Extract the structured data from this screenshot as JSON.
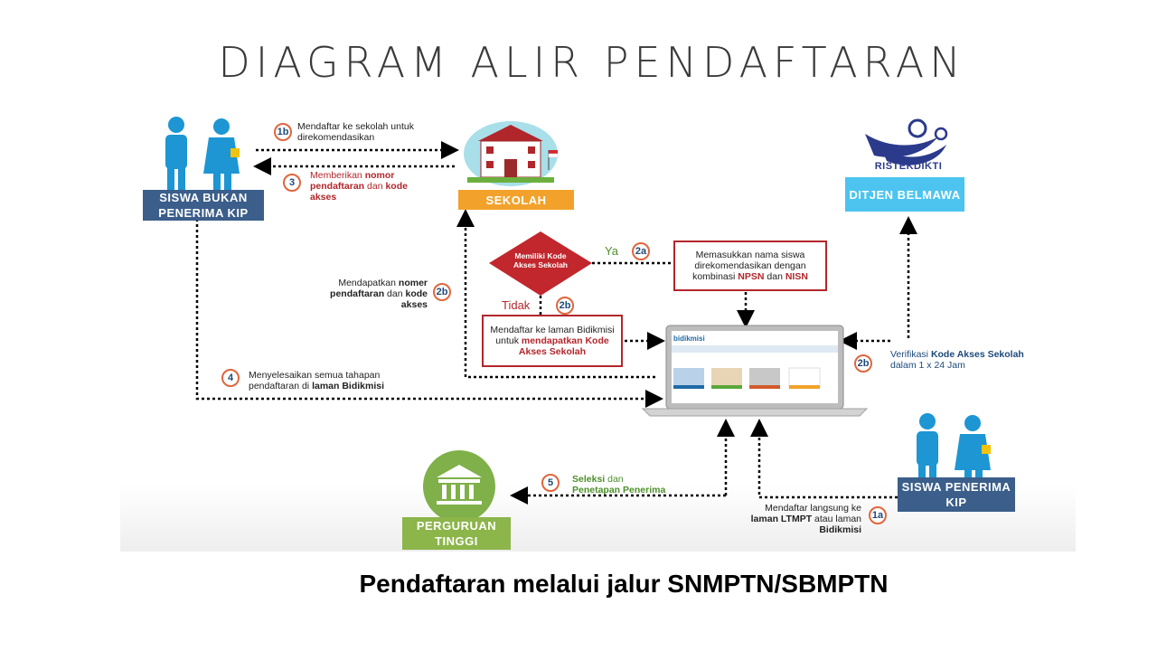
{
  "title": "DIAGRAM ALIR PENDAFTARAN",
  "caption": "Pendaftaran melalui jalur SNMPTN/SBMPTN",
  "nodes": {
    "siswa_bukan": "SISWA BUKAN PENERIMA KIP",
    "sekolah": "SEKOLAH",
    "ditjen": "DITJEN BELMAWA",
    "ristekdikti_logo": "RISTEKDIKTI",
    "decision": "Memiliki Kode Akses Sekolah",
    "siswa_kip": "SISWA PENERIMA KIP",
    "perguruan": "PERGURUAN TINGGI",
    "laptop_brand": "bidikmisi"
  },
  "steps": {
    "s1b": {
      "num": "1b",
      "text": "Mendaftar ke sekolah untuk direkomendasikan"
    },
    "s3": {
      "num": "3",
      "t1": "Memberikan ",
      "b1": "nomor pendaftaran",
      "t2": " dan ",
      "b2": "kode akses"
    },
    "s2b_left": {
      "num": "2b",
      "t1": "Mendapatkan ",
      "b1": "nomer pendaftaran",
      "t2": " dan ",
      "b2": "kode akses"
    },
    "ya": {
      "num": "2a",
      "label": "Ya"
    },
    "tidak": {
      "num": "2b",
      "label": "Tidak"
    },
    "box_2a": {
      "t1": "Memasukkan nama siswa direkomendasikan dengan kombinasi ",
      "b1": "NPSN",
      "t2": " dan ",
      "b2": "NISN"
    },
    "box_2b": {
      "t1": "Mendaftar ke laman Bidikmisi untuk ",
      "b1": "mendapatkan Kode Akses Sekolah"
    },
    "s4": {
      "num": "4",
      "t1": "Menyelesaikan semua tahapan pendaftaran di ",
      "b1": "laman Bidikmisi"
    },
    "verif": {
      "num": "2b",
      "t1": "Verifikasi ",
      "b1": "Kode Akses Sekolah",
      "t2": "dalam 1 x 24 Jam"
    },
    "s5": {
      "num": "5",
      "b1": "Seleksi",
      "t1": " dan",
      "b2": "Penetapan Penerima"
    },
    "s1a": {
      "num": "1a",
      "t1": "Mendaftar langsung ke ",
      "b1": "laman LTMPT",
      "t2": " atau laman ",
      "b2": "Bidikmisi"
    }
  },
  "colors": {
    "navy": "#3b5e8a",
    "orange": "#f2a22a",
    "cyan": "#4cc4ef",
    "green": "#8cb54a",
    "red": "#c1272d",
    "person": "#1d96d3"
  }
}
